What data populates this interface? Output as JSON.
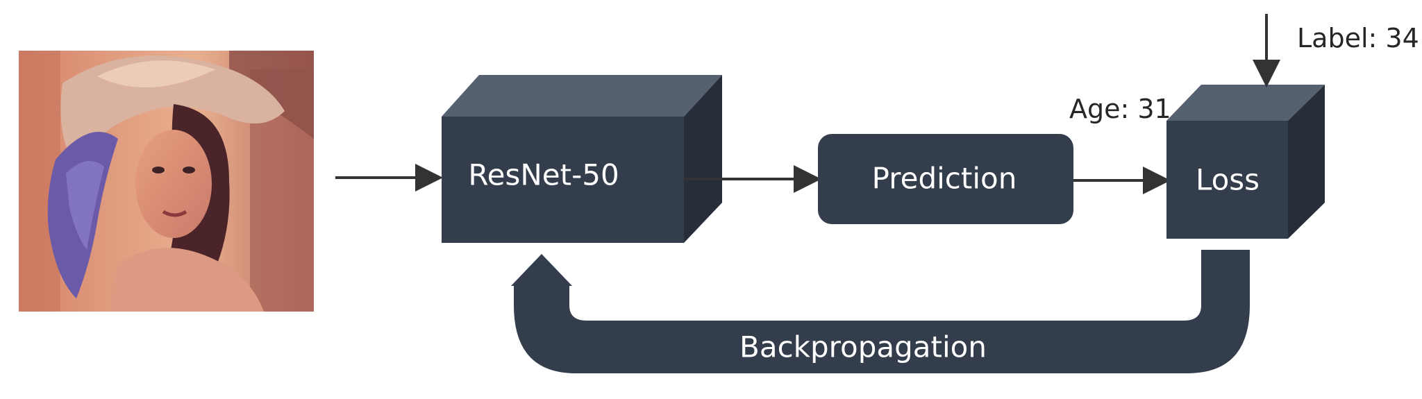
{
  "diagram": {
    "input_image": "portrait-photo-of-woman-with-feathered-hat",
    "resnet_label": "ResNet-50",
    "prediction_label": "Prediction",
    "loss_label": "Loss",
    "age_label": "Age: 31",
    "true_label": "Label: 34",
    "backprop_label": "Backpropagation"
  },
  "colors": {
    "block_front": "#343d4b",
    "block_top": "#556170",
    "block_side": "#272e39",
    "arrow": "#333333",
    "text_on_block": "#ffffff",
    "text_plain": "#262626"
  }
}
